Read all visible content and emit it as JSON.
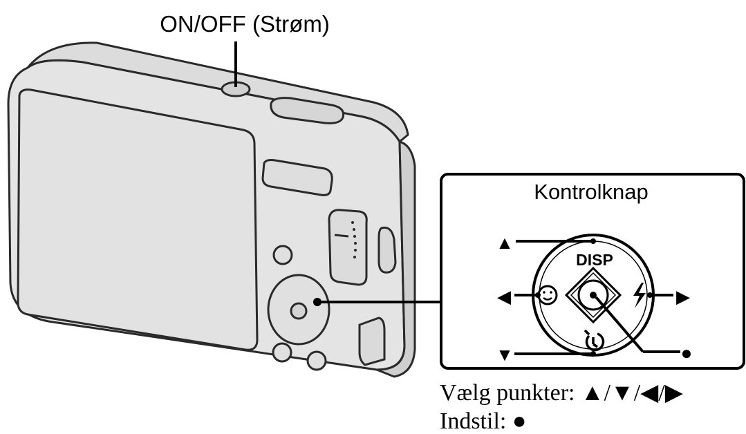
{
  "labels": {
    "power_button": "ON/OFF (Strøm)",
    "inset_title": "Kontrolknap",
    "disp": "DISP",
    "arrow_up": "▲",
    "arrow_down": "▼",
    "arrow_left": "◀",
    "arrow_right": "▶",
    "center_dot": "●"
  },
  "legend": {
    "select_label": "Vælg punkter:",
    "select_symbols": "▲/▼/◀/▶",
    "set_label": "Indstil:",
    "set_symbol": "●"
  },
  "colors": {
    "line": "#000000",
    "camera_fill": "#e6e6e6",
    "camera_body_stroke": "#333333"
  },
  "icons": [
    "face-icon",
    "flash-icon",
    "self-timer-icon",
    "center-button-icon"
  ]
}
